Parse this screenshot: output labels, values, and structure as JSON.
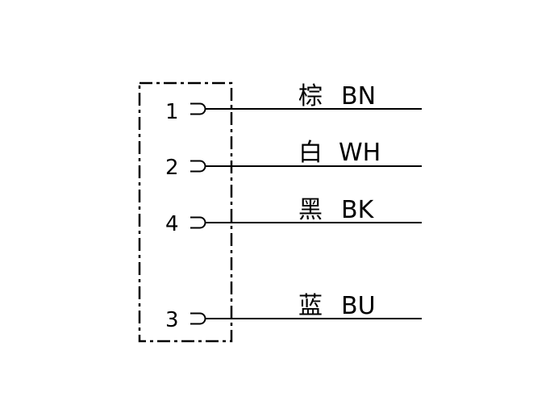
{
  "connector": {
    "pins": [
      {
        "number": "1",
        "color_cn": "棕",
        "color_code": "BN"
      },
      {
        "number": "2",
        "color_cn": "白",
        "color_code": "WH"
      },
      {
        "number": "4",
        "color_cn": "黑",
        "color_code": "BK"
      },
      {
        "number": "3",
        "color_cn": "蓝",
        "color_code": "BU"
      }
    ]
  },
  "colors": {
    "line": "#000000",
    "background": "#ffffff"
  }
}
